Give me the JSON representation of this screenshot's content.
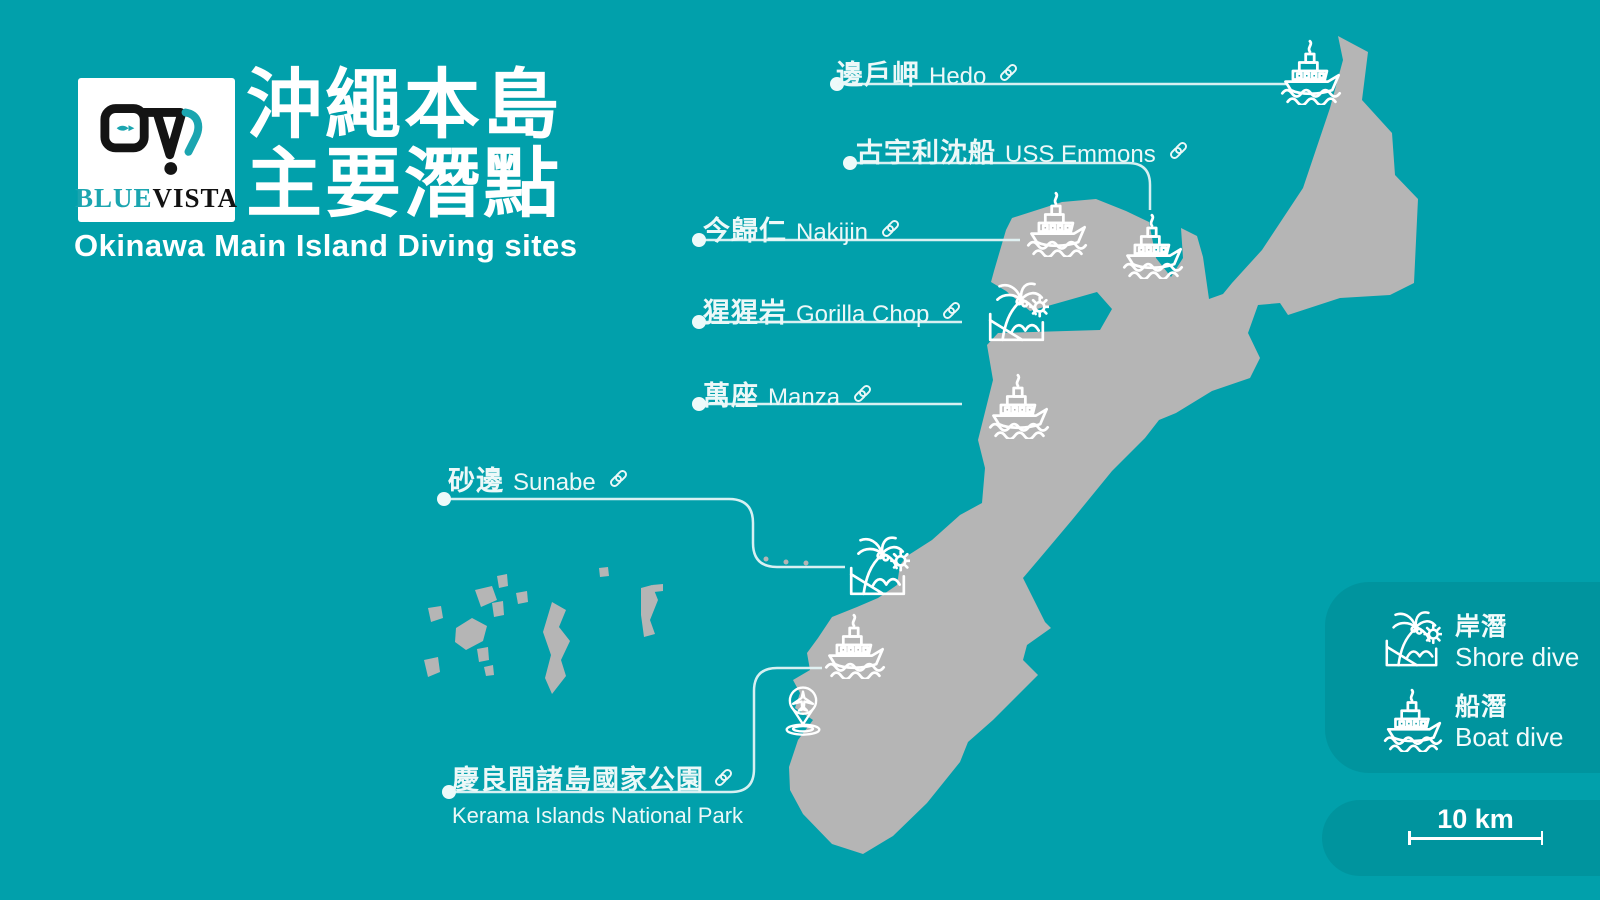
{
  "title": {
    "zh_line1": "沖繩本島",
    "zh_line2": "主要潛點",
    "en": "Okinawa Main Island Diving sites"
  },
  "logo": {
    "blue": "BLUE",
    "vista": "VISTA"
  },
  "sites": [
    {
      "id": "hedo",
      "zh": "邊戶岬",
      "en": "Hedo",
      "dive_type": "boat"
    },
    {
      "id": "uss-emmons",
      "zh": "古宇利沈船",
      "en": "USS Emmons",
      "dive_type": "boat"
    },
    {
      "id": "nakijin",
      "zh": "今歸仁",
      "en": "Nakijin",
      "dive_type": "boat"
    },
    {
      "id": "gorilla-chop",
      "zh": "猩猩岩",
      "en": "Gorilla Chop",
      "dive_type": "shore"
    },
    {
      "id": "manza",
      "zh": "萬座",
      "en": "Manza",
      "dive_type": "boat"
    },
    {
      "id": "sunabe",
      "zh": "砂邊",
      "en": "Sunabe",
      "dive_type": "shore"
    },
    {
      "id": "kerama",
      "zh": "慶良間諸島國家公園",
      "en": "Kerama Islands National Park",
      "dive_type": "boat"
    }
  ],
  "legend": {
    "shore": {
      "zh": "岸潛",
      "en": "Shore dive"
    },
    "boat": {
      "zh": "船潛",
      "en": "Boat dive"
    }
  },
  "scale_bar": {
    "label": "10 km"
  },
  "colors": {
    "background": "#01A0AB",
    "island": "#B5B5B5",
    "ink": "#ECF8F8",
    "logo_teal": "#1BA5B0",
    "logo_black": "#121212"
  }
}
